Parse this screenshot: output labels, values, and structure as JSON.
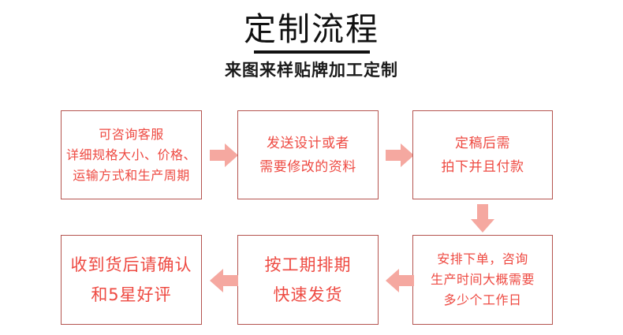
{
  "header": {
    "title": "定制流程",
    "subtitle": "来图来样贴牌加工定制",
    "title_color": "#111111",
    "rule_color": "#111111"
  },
  "theme": {
    "box_border_color": "#b5544f",
    "box_text_color": "#ee4a42",
    "arrow_color": "#f5a8a0",
    "background": "#ffffff"
  },
  "flow": {
    "steps": [
      {
        "id": "step-1",
        "lines": [
          "可咨询客服",
          "详细规格大小、价格、",
          "运输方式和生产周期"
        ]
      },
      {
        "id": "step-2",
        "lines": [
          "发送设计或者",
          "需要修改的资料"
        ]
      },
      {
        "id": "step-3",
        "lines": [
          "定稿后需",
          "拍下并且付款"
        ]
      },
      {
        "id": "step-4",
        "lines": [
          "安排下单，咨询",
          "生产时间大概需要",
          "多少个工作日"
        ]
      },
      {
        "id": "step-5",
        "lines": [
          "按工期排期",
          "快速发货"
        ]
      },
      {
        "id": "step-6",
        "lines": [
          "收到货后请确认",
          "和5星好评"
        ]
      }
    ],
    "connectors": [
      {
        "id": "connector-1-2",
        "direction": "right"
      },
      {
        "id": "connector-2-3",
        "direction": "right"
      },
      {
        "id": "connector-3-4",
        "direction": "down"
      },
      {
        "id": "connector-4-5",
        "direction": "left"
      },
      {
        "id": "connector-5-6",
        "direction": "left"
      }
    ]
  }
}
